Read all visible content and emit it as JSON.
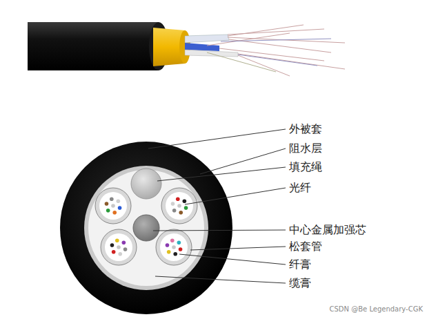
{
  "diagram": {
    "labels": [
      "外被套",
      "阻水层",
      "填充绳",
      "光纤",
      "中心金属加强芯",
      "松套管",
      "纤膏",
      "缆膏",
      "CSDN @Be Legendary-CGK"
    ]
  }
}
